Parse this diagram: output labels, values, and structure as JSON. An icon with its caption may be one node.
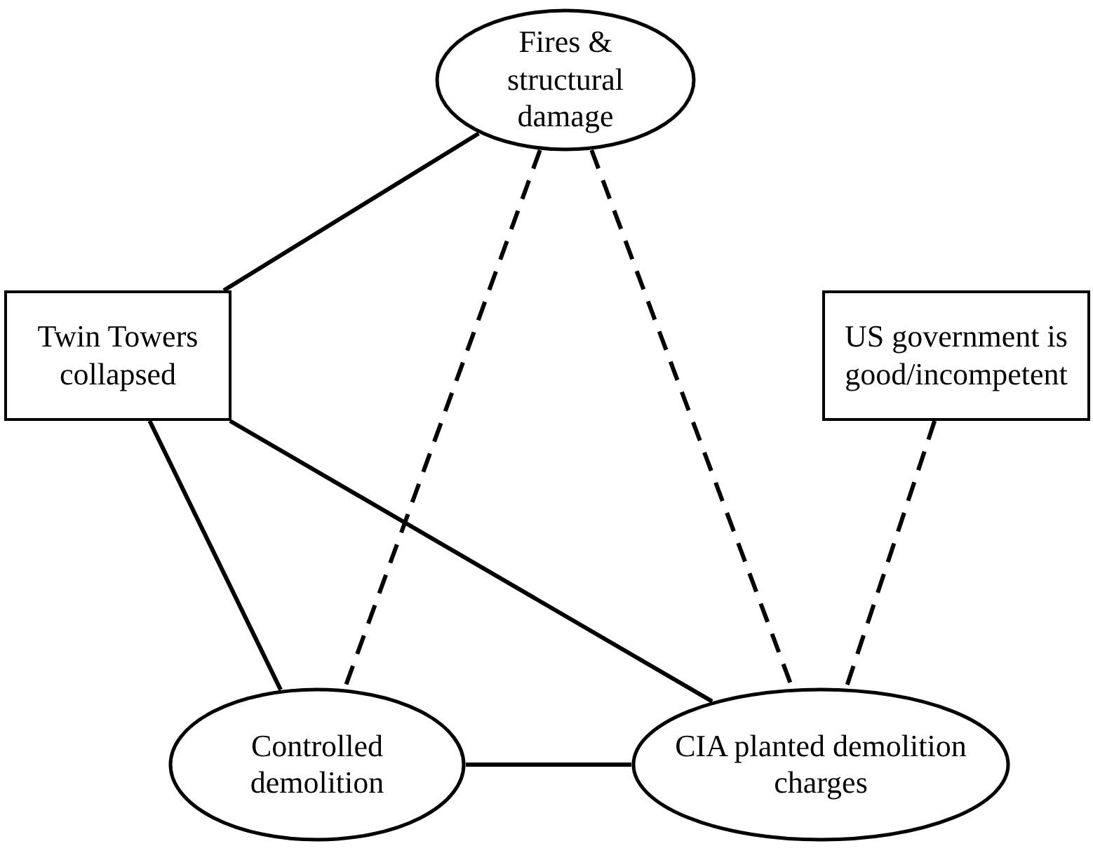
{
  "diagram": {
    "nodes": [
      {
        "text": [
          "Fires & structural damage"
        ]
      },
      {
        "text": [
          "Twin Towers collapsed"
        ]
      },
      {
        "text": [
          "US government is good/incompetent"
        ]
      },
      {
        "text": [
          "Controlled demolition"
        ]
      },
      {
        "text": [
          "CIA planted demolition charges"
        ]
      }
    ],
    "edges": [
      {
        "from": 1,
        "to": 0,
        "arrow": "none"
      },
      {
        "from": 0,
        "to": 3,
        "arrow": "none",
        "style": "dashed"
      },
      {
        "from": 0,
        "to": 4,
        "arrow": "none",
        "style": "dashed"
      },
      {
        "from": 2,
        "to": 4,
        "arrow": "none",
        "style": "dashed"
      },
      {
        "from": 1,
        "to": 3,
        "arrow": "none"
      },
      {
        "from": 1,
        "to": 4,
        "arrow": "none"
      },
      {
        "from": 3,
        "to": 4,
        "arrow": "none"
      }
    ]
  }
}
